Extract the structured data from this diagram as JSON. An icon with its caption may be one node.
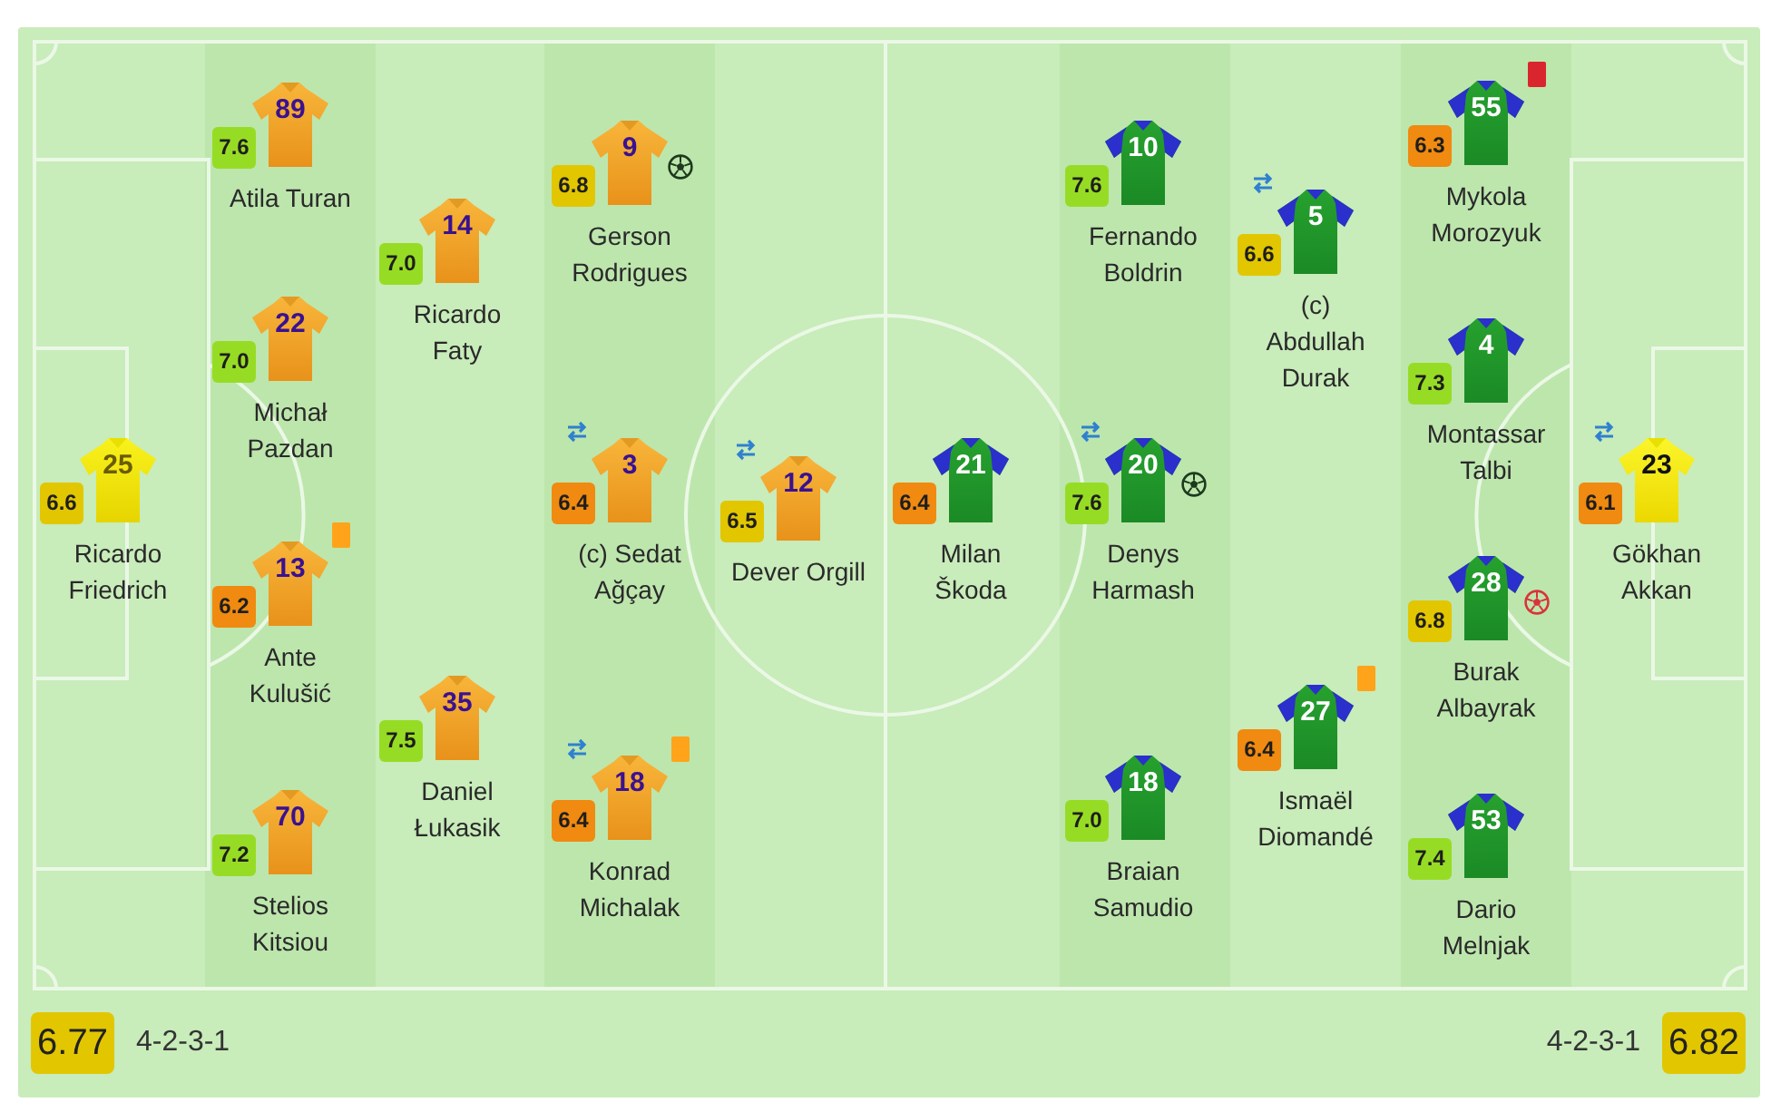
{
  "diagram": {
    "nodes": [
      {
        "text": [
          "25",
          "6.6",
          "Ricardo Friedrich"
        ]
      },
      {
        "text": [
          "89",
          "7.6",
          "Atila Turan"
        ]
      },
      {
        "text": [
          "22",
          "7.0",
          "Michał Pazdan"
        ]
      },
      {
        "text": [
          "13",
          "6.2",
          "Ante Kulušić"
        ]
      },
      {
        "text": [
          "70",
          "7.2",
          "Stelios Kitsiou"
        ]
      },
      {
        "text": [
          "14",
          "7.0",
          "Ricardo Faty"
        ]
      },
      {
        "text": [
          "35",
          "7.5",
          "Daniel Łukasik"
        ]
      },
      {
        "text": [
          "9",
          "6.8",
          "Gerson Rodrigues"
        ]
      },
      {
        "text": [
          "3",
          "6.4",
          "(c) Sedat Ağçay"
        ]
      },
      {
        "text": [
          "18",
          "6.4",
          "Konrad Michalak"
        ]
      },
      {
        "text": [
          "12",
          "6.5",
          "Dever Orgill"
        ]
      },
      {
        "text": [
          "21",
          "6.4",
          "Milan Škoda"
        ]
      },
      {
        "text": [
          "10",
          "7.6",
          "Fernando Boldrin"
        ]
      },
      {
        "text": [
          "20",
          "7.6",
          "Denys Harmash"
        ]
      },
      {
        "text": [
          "18",
          "7.0",
          "Braian Samudio"
        ]
      },
      {
        "text": [
          "5",
          "6.6",
          "(c) Abdullah Durak"
        ]
      },
      {
        "text": [
          "27",
          "6.4",
          "Ismaël Diomandé"
        ]
      },
      {
        "text": [
          "55",
          "6.3",
          "Mykola Morozyuk"
        ]
      },
      {
        "text": [
          "4",
          "7.3",
          "Montassar Talbi"
        ]
      },
      {
        "text": [
          "28",
          "6.8",
          "Burak Albayrak"
        ]
      },
      {
        "text": [
          "53",
          "7.4",
          "Dario Melnjak"
        ]
      },
      {
        "text": [
          "23",
          "6.1",
          "Gökhan Akkan"
        ]
      },
      {
        "text": [
          "6.77"
        ],
        "beside": [
          "4-2-3-1"
        ]
      },
      {
        "text": [
          "6.82"
        ],
        "beside": [
          "4-2-3-1"
        ]
      }
    ]
  }
}
